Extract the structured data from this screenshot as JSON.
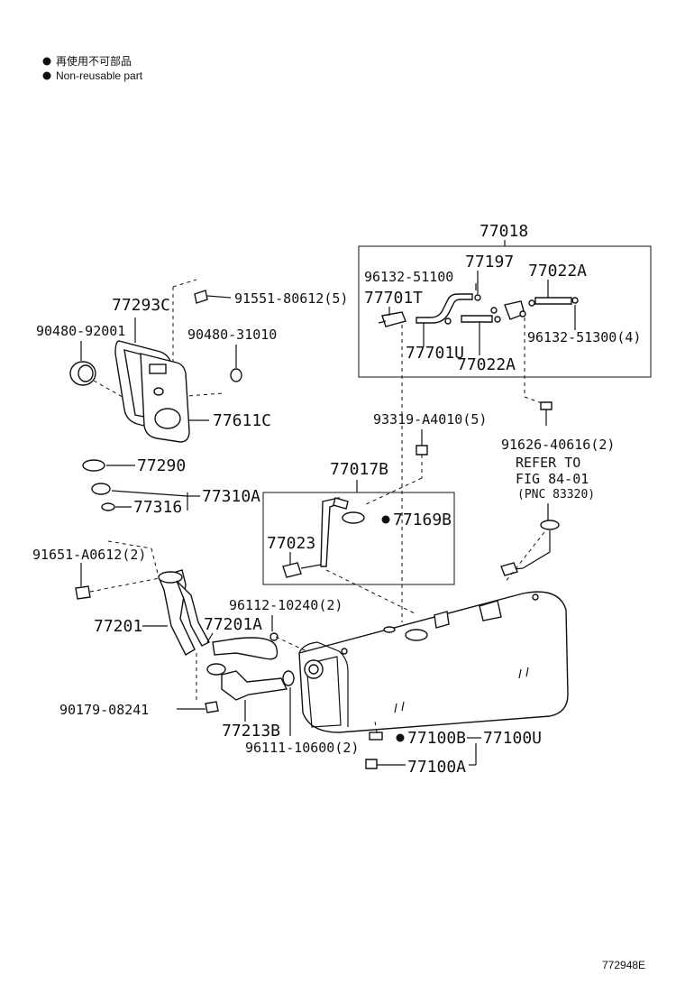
{
  "legend": {
    "items": [
      {
        "marker": "filled-circle",
        "text": "再使用不可部品"
      },
      {
        "marker": "filled-circle",
        "text": "Non-reusable part"
      }
    ]
  },
  "parts": {
    "p77018": "77018",
    "p77197": "77197",
    "p77022A_top": "77022A",
    "p96132_51100": "96132-51100",
    "p77701T": "77701T",
    "p77701U": "77701U",
    "p77022A_bottom": "77022A",
    "p96132_51300": "96132-51300(4)",
    "p91626_40616": "91626-40616(2)",
    "p77293C": "77293C",
    "p91551_80612": "91551-80612(5)",
    "p90480_92001": "90480-92001",
    "p90480_31010": "90480-31010",
    "p77611C": "77611C",
    "p93319_A4010": "93319-A4010(5)",
    "p77290": "77290",
    "p77017B": "77017B",
    "p77316": "77316",
    "p77310A": "77310A",
    "p77169B": "77169B",
    "p77023": "77023",
    "p91651_A0612": "91651-A0612(2)",
    "p96112_10240": "96112-10240(2)",
    "p77201": "77201",
    "p77201A": "77201A",
    "p90179_08241": "90179-08241",
    "p77213B": "77213B",
    "p96111_10600": "96111-10600(2)",
    "p77100B": "77100B",
    "p77100U": "77100U",
    "p77100A": "77100A"
  },
  "refer": {
    "line1": "REFER TO",
    "line2": "FIG 84-01",
    "line3": "(PNC 83320)"
  },
  "figure_id": "772948E"
}
